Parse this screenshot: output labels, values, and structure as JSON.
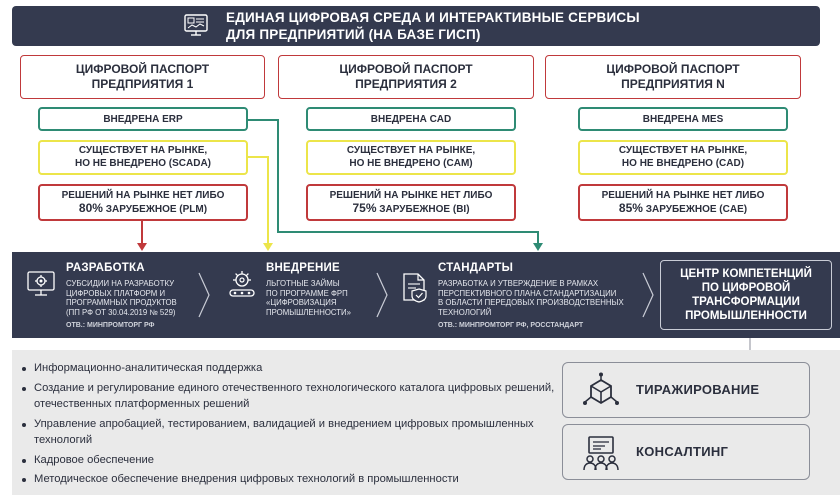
{
  "header": {
    "title_line1": "ЕДИНАЯ ЦИФРОВАЯ СРЕДА И ИНТЕРАКТИВНЫЕ СЕРВИСЫ",
    "title_line2": "ДЛЯ ПРЕДПРИЯТИЙ (НА БАЗЕ ГИСП)",
    "icon": "monitor-dashboard-icon"
  },
  "passports": [
    {
      "title_line1": "ЦИФРОВОЙ ПАСПОРТ",
      "title_line2": "ПРЕДПРИЯТИЯ 1",
      "implemented": "ВНЕДРЕНА ERP",
      "market_line1": "СУЩЕСТВУЕТ НА РЫНКЕ,",
      "market_line2": "НО НЕ ВНЕДРЕНО (SCADA)",
      "none_line1": "РЕШЕНИЙ НА РЫНКЕ НЕТ ЛИБО",
      "none_pct": "80%",
      "none_line2": "ЗАРУБЕЖНОЕ (PLM)"
    },
    {
      "title_line1": "ЦИФРОВОЙ ПАСПОРТ",
      "title_line2": "ПРЕДПРИЯТИЯ 2",
      "implemented": "ВНЕДРЕНА CAD",
      "market_line1": "СУЩЕСТВУЕТ НА РЫНКЕ,",
      "market_line2": "НО НЕ ВНЕДРЕНО (CAM)",
      "none_line1": "РЕШЕНИЙ НА РЫНКЕ НЕТ ЛИБО",
      "none_pct": "75%",
      "none_line2": "ЗАРУБЕЖНОЕ (BI)"
    },
    {
      "title_line1": "ЦИФРОВОЙ ПАСПОРТ",
      "title_line2": "ПРЕДПРИЯТИЯ N",
      "implemented": "ВНЕДРЕНА MES",
      "market_line1": "СУЩЕСТВУЕТ НА РЫНКЕ,",
      "market_line2": "НО НЕ ВНЕДРЕНО (CAD)",
      "none_line1": "РЕШЕНИЙ НА РЫНКЕ НЕТ ЛИБО",
      "none_pct": "85%",
      "none_line2": "ЗАРУБЕЖНОЕ (CAE)"
    }
  ],
  "band": {
    "development": {
      "title": "РАЗРАБОТКА",
      "desc1": "СУБСИДИИ НА РАЗРАБОТКУ",
      "desc2": "ЦИФРОВЫХ ПЛАТФОРМ И",
      "desc3": "ПРОГРАММНЫХ ПРОДУКТОВ",
      "desc4": "(ПП РФ ОТ 30.04.2019 № 529)",
      "resp_prefix": "ОТВ.:",
      "resp": "МИНПРОМТОРГ РФ",
      "icon": "gear-monitor-icon"
    },
    "implementation": {
      "title": "ВНЕДРЕНИЕ",
      "desc1": "ЛЬГОТНЫЕ ЗАЙМЫ",
      "desc2": "ПО ПРОГРАММЕ ФРП",
      "desc3": "«ЦИФРОВИЗАЦИЯ",
      "desc4": "ПРОМЫШЛЕННОСТИ»",
      "icon": "gears-conveyor-icon"
    },
    "standards": {
      "title": "СТАНДАРТЫ",
      "desc1": "РАЗРАБОТКА И УТВЕРЖДЕНИЕ В РАМКАХ",
      "desc2": "ПЕРСПЕКТИВНОГО ПЛАНА СТАНДАРТИЗАЦИИ",
      "desc3": "В ОБЛАСТИ ПЕРЕДОВЫХ ПРОИЗВОДСТВЕННЫХ",
      "desc4": "ТЕХНОЛОГИЙ",
      "resp_prefix": "ОТВ.:",
      "resp": "МИНПРОМТОРГ РФ, РОССТАНДАРТ",
      "icon": "document-shield-icon"
    },
    "center": {
      "line1": "ЦЕНТР КОМПЕТЕНЦИЙ",
      "line2": "ПО ЦИФРОВОЙ",
      "line3": "ТРАНСФОРМАЦИИ",
      "line4": "ПРОМЫШЛЕННОСТИ"
    }
  },
  "services": {
    "bullets": [
      "Информационно-аналитическая поддержка",
      "Создание и регулирование единого отечественного технологического каталога цифровых решений, отечественных платформенных решений",
      "Управление апробацией, тестированием, валидацией и внедрением цифровых промышленных технологий",
      "Кадровое обеспечение",
      "Методическое обеспечение внедрения цифровых технологий в промышленности"
    ],
    "replication": {
      "label": "ТИРАЖИРОВАНИЕ",
      "icon": "cube-network-icon"
    },
    "consulting": {
      "label": "КОНСАЛТИНГ",
      "icon": "consulting-board-icon"
    }
  },
  "colors": {
    "dark": "#343a4f",
    "green": "#2e8b74",
    "yellow": "#ece54a",
    "red": "#c0393b"
  }
}
